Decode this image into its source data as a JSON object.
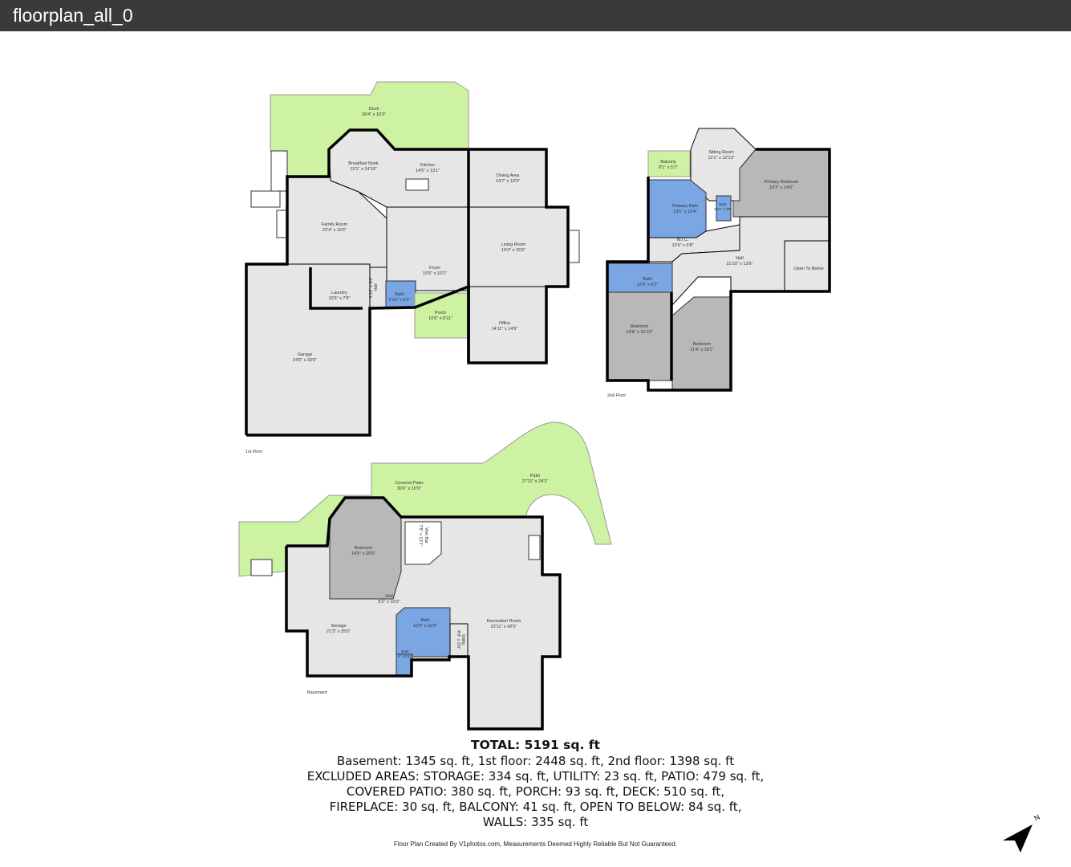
{
  "window": {
    "title": "floorplan_all_0"
  },
  "first_floor": {
    "label": "1st Floor",
    "rooms": [
      {
        "name": "Deck",
        "dims": "39'4\" x 16'3\""
      },
      {
        "name": "Breakfast Nook",
        "dims": "13'1\" x 14'10\""
      },
      {
        "name": "Kitchen",
        "dims": "14'5\" x 13'1\""
      },
      {
        "name": "Dining Area",
        "dims": "14'7\" x 10'3\""
      },
      {
        "name": "Family Room",
        "dims": "22'4\" x 16'6\""
      },
      {
        "name": "Living Room",
        "dims": "19'4\" x 15'5\""
      },
      {
        "name": "Foyer",
        "dims": "15'5\" x 10'2\""
      },
      {
        "name": "Laundry",
        "dims": "10'5\" x 7'8\""
      },
      {
        "name": "Hall",
        "dims": "4'10\" x 8'0\""
      },
      {
        "name": "Bath",
        "dims": "5'10\" x 5'2\""
      },
      {
        "name": "Porch",
        "dims": "10'6\" x 8'11\""
      },
      {
        "name": "Office",
        "dims": "14'11\" x 14'9\""
      },
      {
        "name": "Garage",
        "dims": "24'0\" x 33'6\""
      }
    ]
  },
  "second_floor": {
    "label": "2nd Floor",
    "rooms": [
      {
        "name": "Balcony",
        "dims": "8'1\" x 5'2\""
      },
      {
        "name": "Sitting Room",
        "dims": "13'1\" x 12'10\""
      },
      {
        "name": "Primary Bedroom",
        "dims": "19'3\" x 14'0\""
      },
      {
        "name": "Primary Bath",
        "dims": "13'1\" x 11'4\""
      },
      {
        "name": "Bath",
        "dims": "2'11\" x 4'9\""
      },
      {
        "name": "W.I.C.",
        "dims": "10'6\" x 5'8\""
      },
      {
        "name": "Hall",
        "dims": "21'10\" x 13'6\""
      },
      {
        "name": "Open To Below",
        "dims": ""
      },
      {
        "name": "Bath",
        "dims": "12'6\" x 5'2\""
      },
      {
        "name": "Bedroom",
        "dims": "14'8\" x 16'10\""
      },
      {
        "name": "Bedroom",
        "dims": "11'4\" x 18'1\""
      }
    ]
  },
  "basement": {
    "label": "Basement",
    "rooms": [
      {
        "name": "Covered Patio",
        "dims": "30'6\" x 10'9\""
      },
      {
        "name": "Patio",
        "dims": "27'11\" x 24'2\""
      },
      {
        "name": "Bedroom",
        "dims": "14'5\" x 20'0\""
      },
      {
        "name": "Wet Bar",
        "dims": "7'8\" x 13'1\""
      },
      {
        "name": "Hall",
        "dims": "5'2\" x 10'0\""
      },
      {
        "name": "Bath",
        "dims": "10'9\" x 10'2\""
      },
      {
        "name": "Storage",
        "dims": "21'3\" x 25'5\""
      },
      {
        "name": "Utility",
        "dims": "4'9\" x 5'6\""
      },
      {
        "name": "Recreation Room",
        "dims": "23'11\" x 42'0\""
      },
      {
        "name": "Bath",
        "dims": "6' x 5'11\""
      }
    ]
  },
  "summary": {
    "total": "TOTAL: 5191 sq. ft",
    "lines": [
      "Basement: 1345 sq. ft, 1st floor: 2448 sq. ft, 2nd floor: 1398 sq. ft",
      "EXCLUDED AREAS: STORAGE: 334 sq. ft, UTILITY: 23 sq. ft, PATIO: 479 sq. ft,",
      "COVERED PATIO: 380 sq. ft, PORCH: 93 sq. ft, DECK: 510 sq. ft,",
      "FIREPLACE: 30 sq. ft, BALCONY: 41 sq. ft, OPEN TO BELOW: 84 sq. ft,",
      "WALLS: 335 sq. ft"
    ]
  },
  "footer": "Floor Plan Created By V1photos.com, Measurements Deemed Highly Reliable But Not Guaranteed.",
  "compass": {
    "icon": "north-arrow-icon",
    "label": "N"
  },
  "colors": {
    "titlebar": "#3a3a3a",
    "room": "#e6e6e6",
    "bedroom": "#b8b8b8",
    "bath": "#7aa6e3",
    "outdoor": "#cdf2a2"
  }
}
